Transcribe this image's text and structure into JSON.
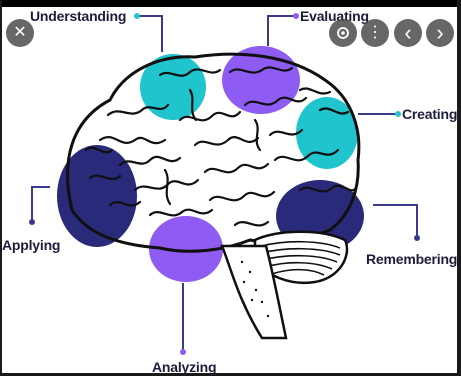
{
  "labels": {
    "understanding": "Understanding",
    "evaluating": "Evaluating",
    "creating": "Creating",
    "applying": "Applying",
    "remembering": "Remembering",
    "analyzing": "Analyzing"
  },
  "controls": {
    "close_icon": "✕",
    "more_icon": "⋮",
    "prev_icon": "‹",
    "next_icon": "›"
  },
  "colors": {
    "teal": "#1fc4cc",
    "purple": "#8e5cf2",
    "navy": "#2a2a7a",
    "outline": "#101010",
    "connector": "#3a3a8a",
    "connector_dot": "#2ec0cc"
  }
}
